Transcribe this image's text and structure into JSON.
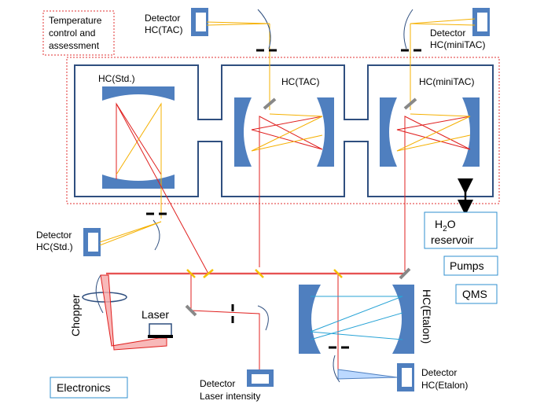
{
  "labels": {
    "temperature_box": [
      "Temperature",
      "control and",
      "assessment"
    ],
    "hc_std": "HC(Std.)",
    "hc_tac": "HC(TAC)",
    "hc_minitac": "HC(miniTAC)",
    "hc_etalon": "HC(Etalon)",
    "detector_tac": [
      "Detector",
      "HC(TAC)"
    ],
    "detector_minitac": [
      "Detector",
      "HC(miniTAC)"
    ],
    "detector_std": [
      "Detector",
      "HC(Std.)"
    ],
    "detector_laser": [
      "Detector",
      "Laser intensity"
    ],
    "detector_etalon": [
      "Detector",
      "HC(Etalon)"
    ],
    "chopper": "Chopper",
    "laser": "Laser",
    "electronics": "Electronics",
    "h2o_main": "H",
    "h2o_sub": "2",
    "h2o_tail": "O",
    "reservoir": "reservoir",
    "pumps": "Pumps",
    "qms": "QMS"
  },
  "colors": {
    "chamber_outline": "#2f4f7f",
    "mirror_fill": "#4f7fbf",
    "laser_beam": "#e0201f",
    "signal_beam": "#f5b000",
    "etalon_beam": "#27a3d6",
    "dotted_box": "#e03030",
    "label_box_border": "#2f8fcf",
    "detector_fill": "#4f7fbf",
    "splitter": "#f5c000",
    "steering_mirror": "#888888"
  }
}
